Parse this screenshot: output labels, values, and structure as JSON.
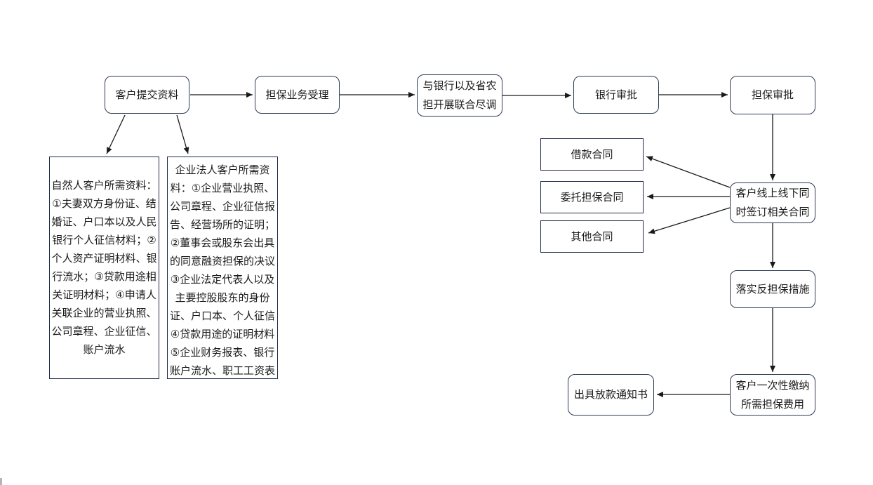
{
  "diagram": {
    "type": "flowchart",
    "language": "zh-CN",
    "nodes": {
      "customer_submit": {
        "label": "客户提交资料"
      },
      "guarantee_accept": {
        "label": "担保业务受理"
      },
      "joint_due_diligence": {
        "line1": "与银行以及省农",
        "line2": "担开展联合尽调"
      },
      "bank_approval": {
        "label": "银行审批"
      },
      "guarantee_approval": {
        "label": "担保审批"
      },
      "natural_person_docs": {
        "lines": [
          "自然人客户所需资料：",
          "①夫妻双方身份证、结",
          "婚证、户口本以及人民",
          "银行个人征信材料；②",
          "个人资产证明材料、银",
          "行流水；③贷款用途相",
          "关证明材料；④申请人",
          "关联企业的营业执照、",
          "公司章程、企业征信、",
          "账户流水"
        ]
      },
      "corporate_docs": {
        "lines": [
          "企业法人客户所需资",
          "料：①企业营业执照、",
          "公司章程、企业征信报",
          "告、经营场所的证明；",
          "②董事会或股东会出具",
          "的同意融资担保的决议",
          "③企业法定代表人以及",
          "主要控股股东的身份",
          "证、户口本、个人征信",
          "④贷款用途的证明材料",
          "⑤企业财务报表、银行",
          "账户流水、职工工资表"
        ]
      },
      "loan_contract": {
        "label": "借款合同"
      },
      "entrusted_guarantee_contract": {
        "label": "委托担保合同"
      },
      "other_contract": {
        "label": "其他合同"
      },
      "sign_contracts": {
        "line1": "客户线上线下同",
        "line2": "时签订相关合同"
      },
      "counter_guarantee": {
        "label": "落实反担保措施"
      },
      "pay_guarantee_fee": {
        "line1": "客户一次性缴纳",
        "line2": "所需担保费用"
      },
      "loan_notice": {
        "label": "出具放款通知书"
      }
    },
    "edges": [
      {
        "from": "customer_submit",
        "to": "guarantee_accept"
      },
      {
        "from": "guarantee_accept",
        "to": "joint_due_diligence"
      },
      {
        "from": "joint_due_diligence",
        "to": "bank_approval"
      },
      {
        "from": "bank_approval",
        "to": "guarantee_approval"
      },
      {
        "from": "guarantee_approval",
        "to": "sign_contracts"
      },
      {
        "from": "customer_submit",
        "to": "natural_person_docs"
      },
      {
        "from": "customer_submit",
        "to": "corporate_docs"
      },
      {
        "from": "sign_contracts",
        "to": "loan_contract"
      },
      {
        "from": "sign_contracts",
        "to": "entrusted_guarantee_contract"
      },
      {
        "from": "sign_contracts",
        "to": "other_contract"
      },
      {
        "from": "sign_contracts",
        "to": "counter_guarantee"
      },
      {
        "from": "counter_guarantee",
        "to": "pay_guarantee_fee"
      },
      {
        "from": "pay_guarantee_fee",
        "to": "loan_notice"
      }
    ],
    "colors": {
      "background": "#ffffff",
      "rounded_node_border": "#2e3a55",
      "rect_node_border": "#1f2a44",
      "arrow": "#1a1a1a",
      "text": "#1a1a1a"
    }
  }
}
